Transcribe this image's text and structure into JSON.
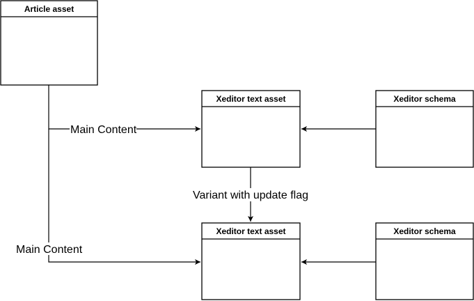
{
  "diagram": {
    "boxes": {
      "article": {
        "title": "Article asset"
      },
      "xeditor_text_top": {
        "title": "Xeditor text asset"
      },
      "xeditor_schema_top": {
        "title": "Xeditor schema"
      },
      "xeditor_text_bottom": {
        "title": "Xeditor text asset"
      },
      "xeditor_schema_bottom": {
        "title": "Xeditor schema"
      }
    },
    "edges": {
      "main_content_top": {
        "label": "Main Content"
      },
      "variant": {
        "label": "Variant with update flag"
      },
      "main_content_bottom": {
        "label": "Main Content"
      }
    }
  }
}
